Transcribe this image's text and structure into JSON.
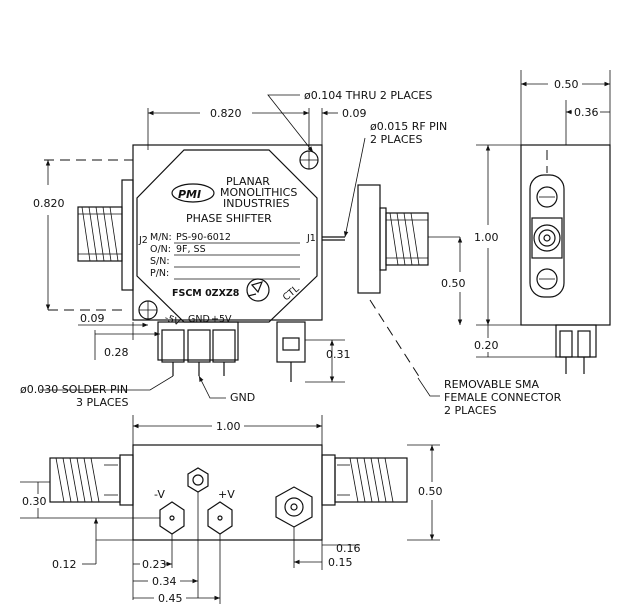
{
  "front": {
    "dim_top_width": "0.820",
    "dim_left_height": "0.820",
    "dim_hole_offset": "0.09",
    "dim_left_hole": "0.09",
    "dim_connector_depth": "0.28",
    "dim_pin_height": "0.31",
    "hole_note": "ø0.104 THRU 2 PLACES",
    "rf_pin_note_1": "ø0.015 RF PIN",
    "rf_pin_note_2": "2 PLACES",
    "solder_note_1": "ø0.030 SOLDER PIN",
    "solder_note_2": "3 PLACES",
    "gnd_label": "GND",
    "label_neg5v": "-5V",
    "label_gnd": "GND",
    "label_pos5v": "+5V",
    "label_ctl": "CTL",
    "j1": "J1",
    "j2": "J2"
  },
  "label_plate": {
    "logo": "PMI",
    "company_1": "PLANAR",
    "company_2": "MONOLITHICS",
    "company_3": "INDUSTRIES",
    "product": "PHASE SHIFTER",
    "mn_label": "M/N:",
    "mn_value": "PS-90-6012",
    "on_label": "O/N:",
    "on_value": "9F, SS",
    "sn_label": "S/N:",
    "pn_label": "P/N:",
    "fscm": "FSCM  0ZXZ8"
  },
  "side": {
    "dim_width": "0.50",
    "dim_inner": "0.36",
    "dim_height": "1.00",
    "dim_connector": "0.50",
    "dim_bottom": "0.20",
    "connector_note_1": "REMOVABLE SMA",
    "connector_note_2": "FEMALE CONNECTOR",
    "connector_note_3": "2 PLACES"
  },
  "bottom": {
    "dim_length": "1.00",
    "dim_height": "0.50",
    "dim_pin_y": "0.30",
    "dim_012": "0.12",
    "dim_023": "0.23",
    "dim_034": "0.34",
    "dim_045": "0.45",
    "dim_016": "0.16",
    "dim_015": "0.15",
    "label_negv": "-V",
    "label_posv": "+V"
  }
}
